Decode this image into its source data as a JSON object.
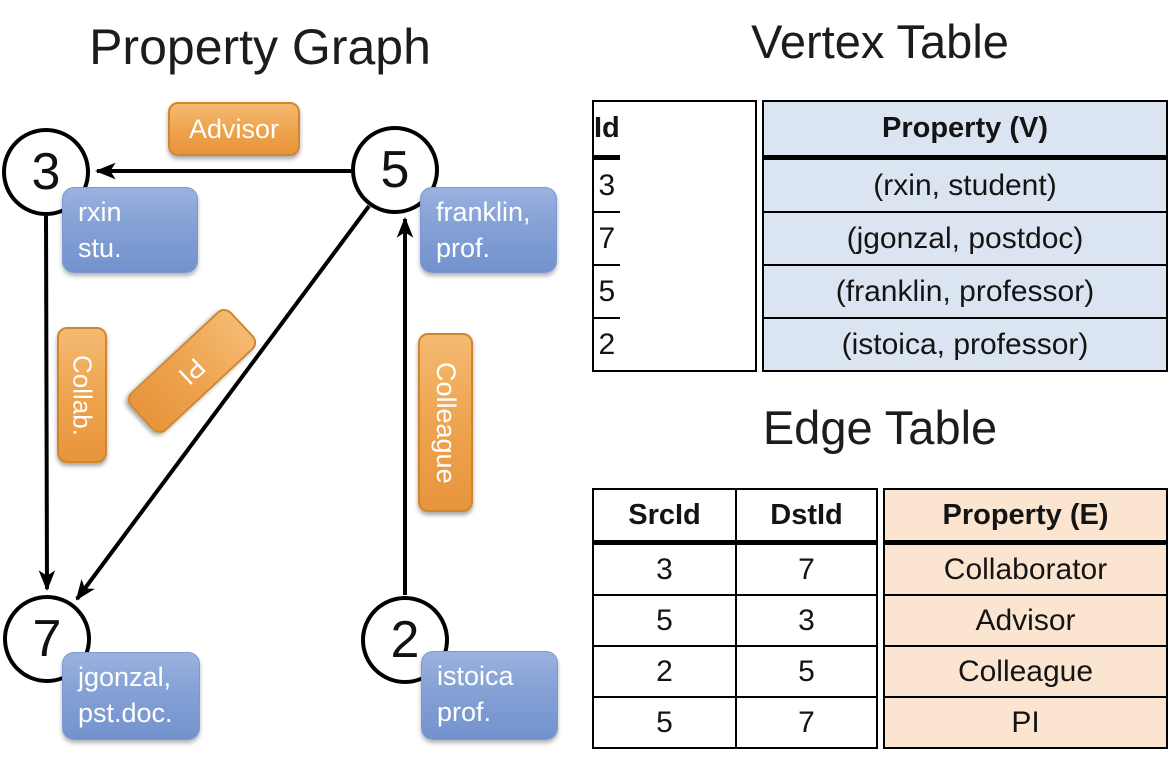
{
  "colors": {
    "edge_label_orange": "#EDA24C",
    "vertex_prop_blue": "#86A3D6",
    "table_vertex_fill": "#DBE5F1",
    "table_edge_fill": "#FBE5D1",
    "line_black": "#000000",
    "label_text_white": "#FFFFFF"
  },
  "graph": {
    "title": "Property Graph",
    "nodes": [
      {
        "id": "3",
        "prop_line1": "rxin",
        "prop_line2": "stu."
      },
      {
        "id": "5",
        "prop_line1": "franklin,",
        "prop_line2": "prof."
      },
      {
        "id": "7",
        "prop_line1": "jgonzal,",
        "prop_line2": "pst.doc."
      },
      {
        "id": "2",
        "prop_line1": "istoica",
        "prop_line2": "prof."
      }
    ],
    "edge_labels": {
      "advisor": "Advisor",
      "collab": "Collab.",
      "pi": "PI",
      "colleague": "Colleague"
    }
  },
  "vertex_table": {
    "title": "Vertex Table",
    "columns": {
      "id": "Id",
      "property": "Property (V)"
    },
    "rows": [
      {
        "id": "3",
        "property": "(rxin, student)"
      },
      {
        "id": "7",
        "property": "(jgonzal, postdoc)"
      },
      {
        "id": "5",
        "property": "(franklin, professor)"
      },
      {
        "id": "2",
        "property": "(istoica, professor)"
      }
    ]
  },
  "edge_table": {
    "title": "Edge Table",
    "columns": {
      "src": "SrcId",
      "dst": "DstId",
      "property": "Property (E)"
    },
    "rows": [
      {
        "src": "3",
        "dst": "7",
        "property": "Collaborator"
      },
      {
        "src": "5",
        "dst": "3",
        "property": "Advisor"
      },
      {
        "src": "2",
        "dst": "5",
        "property": "Colleague"
      },
      {
        "src": "5",
        "dst": "7",
        "property": "PI"
      }
    ]
  }
}
